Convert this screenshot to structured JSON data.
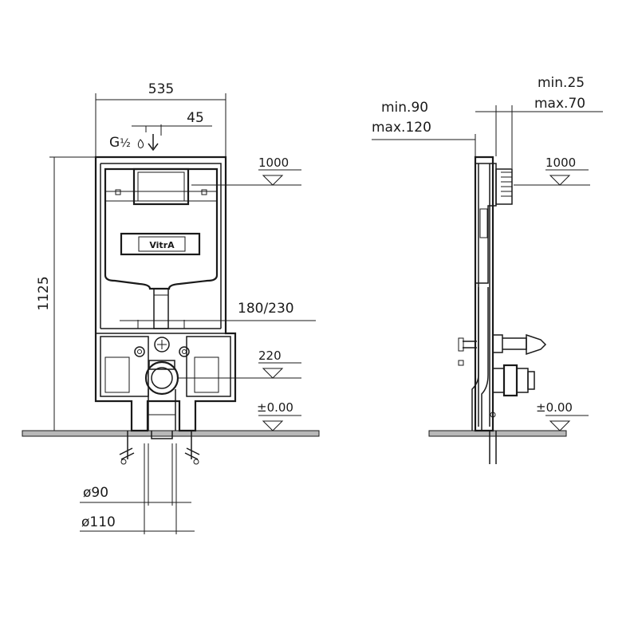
{
  "front_view": {
    "width_label": "535",
    "offset_label": "45",
    "inlet_label_main": "G",
    "inlet_label_frac": "½",
    "height_label": "1125",
    "level_top": "1000",
    "level_outlet_spacing": "180/230",
    "level_outlet": "220",
    "level_floor": "±0.00",
    "pipe_small": "ø90",
    "pipe_large": "ø110",
    "brand": "VitrA"
  },
  "side_view": {
    "depth_min_label": "min.90",
    "depth_max_label": "max.120",
    "offset_min_label": "min.25",
    "offset_max_label": "max.70",
    "level_top": "1000",
    "level_floor": "±0.00"
  }
}
